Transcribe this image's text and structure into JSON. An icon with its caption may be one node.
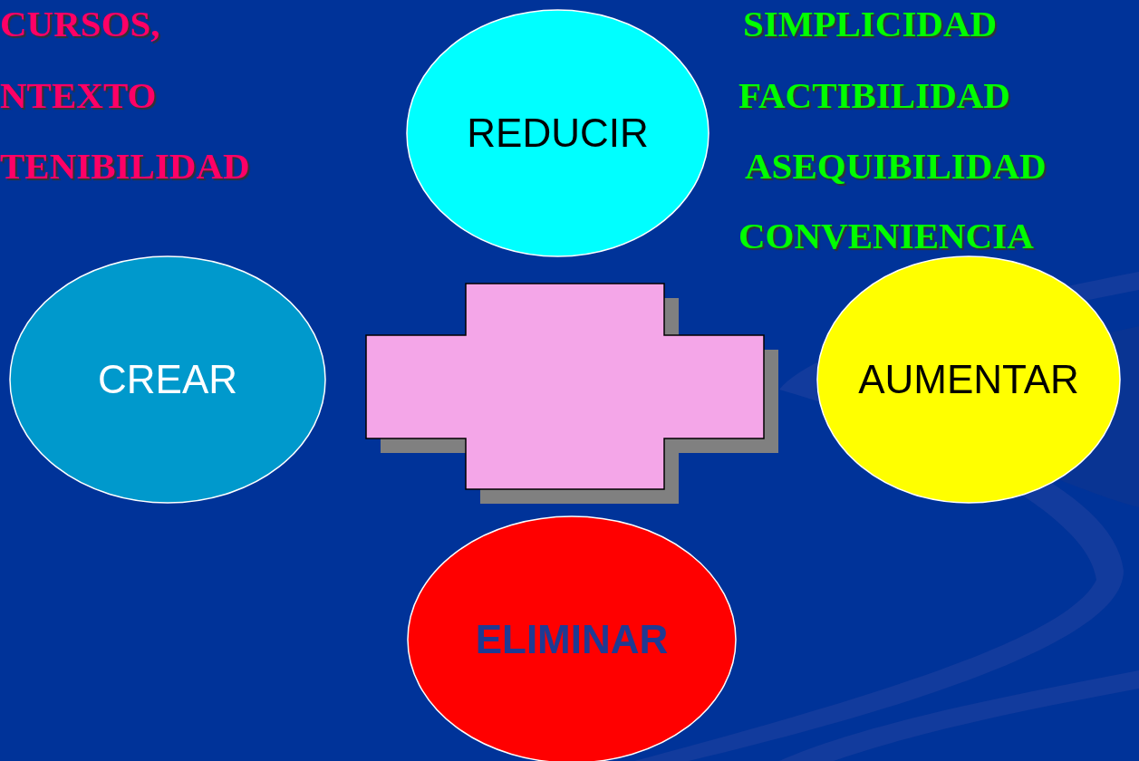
{
  "diagram": {
    "nodes": [
      {
        "text": [
          "REDUCIR"
        ]
      },
      {
        "text": [
          "CREAR"
        ]
      },
      {
        "text": [],
        "shape": "cross"
      },
      {
        "text": [
          "AUMENTAR"
        ]
      },
      {
        "text": [
          "ELIMINAR"
        ]
      }
    ],
    "labels": [
      "CURSOS,",
      "SIMPLICIDAD",
      "NTEXTO",
      "FACTIBILIDAD",
      "TENIBILIDAD",
      "ASEQUIBILIDAD",
      "CONVENIENCIA"
    ]
  }
}
